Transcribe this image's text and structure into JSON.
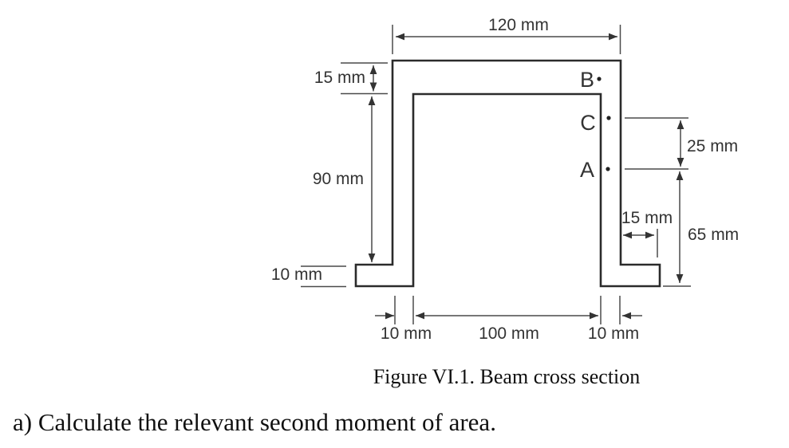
{
  "figure": {
    "caption": "Figure VI.1. Beam cross section",
    "points": {
      "B": "B",
      "C": "C",
      "A": "A"
    },
    "dims": {
      "top_width": "120 mm",
      "top_flange": "15 mm",
      "web_height": "90 mm",
      "left_foot_thickness": "10 mm",
      "bottom_left_wall": "10 mm",
      "bottom_inner_span": "100 mm",
      "bottom_right_wall": "10 mm",
      "c_to_a": "25 mm",
      "foot_extension": "15 mm",
      "a_to_base": "65 mm"
    },
    "colors": {
      "outline": "#2b2b2b",
      "dimension_lines": "#4a4a4a",
      "label_text": "#333333"
    }
  },
  "question": "a) Calculate the relevant second moment of area."
}
